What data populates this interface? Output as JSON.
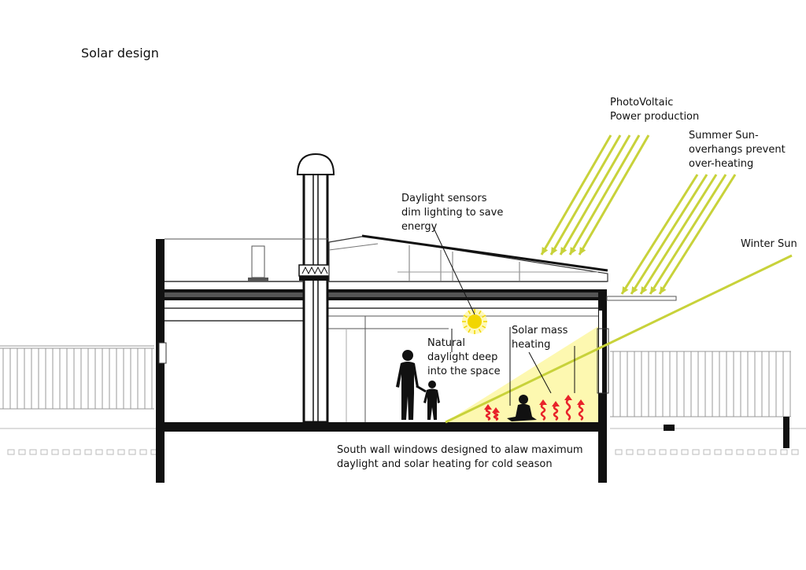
{
  "title": "Solar design",
  "labels": {
    "photovoltaic": [
      "PhotoVoltaic",
      "Power production"
    ],
    "summer_sun": [
      "Summer Sun-",
      "overhangs prevent",
      "over-heating"
    ],
    "winter_sun": [
      "Winter Sun"
    ],
    "daylight_sensors": [
      "Daylight sensors",
      "dim lighting to save",
      "energy"
    ],
    "natural_daylight": [
      "Natural",
      "daylight deep",
      "into the space"
    ],
    "solar_mass": [
      "Solar mass",
      "heating"
    ],
    "south_wall": [
      "South wall windows designed to alaw maximum",
      "daylight and solar heating for cold season"
    ]
  },
  "colors": {
    "sun_ray": "#c8d23a",
    "sun_patch": "#fdf8b0",
    "heat_arrow": "#e8232a",
    "lamp": "#f2d600",
    "structure": "#111111"
  }
}
